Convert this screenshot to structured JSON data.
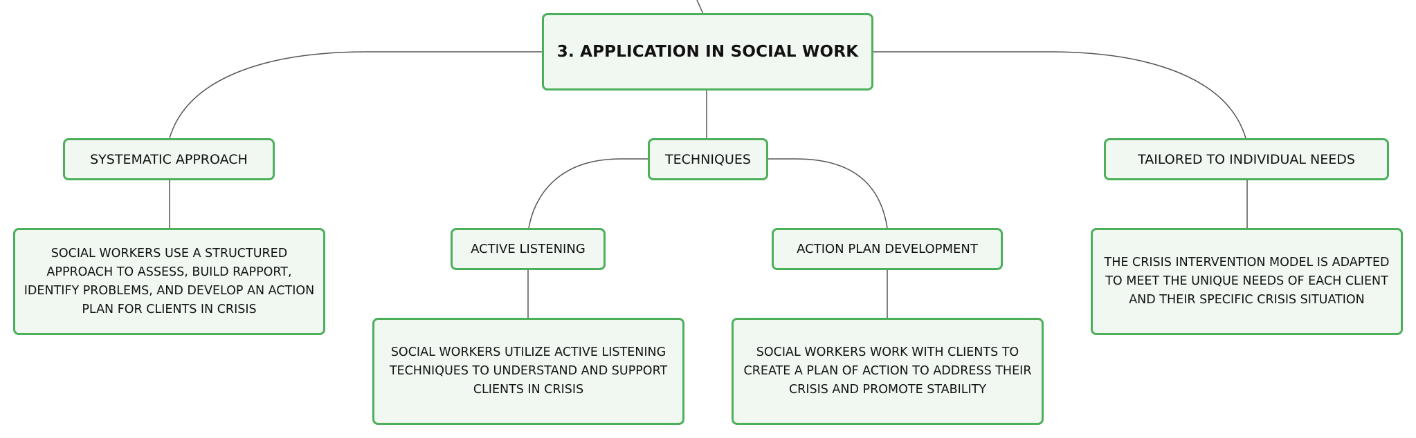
{
  "diagram": {
    "root": {
      "label": "3. APPLICATION IN SOCIAL WORK"
    },
    "branches": [
      {
        "label": "SYSTEMATIC APPROACH",
        "detail": "SOCIAL WORKERS USE A STRUCTURED APPROACH TO ASSESS, BUILD RAPPORT, IDENTIFY PROBLEMS, AND DEVELOP AN ACTION PLAN FOR CLIENTS IN CRISIS"
      },
      {
        "label": "TECHNIQUES",
        "children": [
          {
            "label": "ACTIVE LISTENING",
            "detail": "SOCIAL WORKERS UTILIZE ACTIVE LISTENING TECHNIQUES TO UNDERSTAND AND SUPPORT CLIENTS IN CRISIS"
          },
          {
            "label": "ACTION PLAN DEVELOPMENT",
            "detail": "SOCIAL WORKERS WORK WITH CLIENTS TO CREATE A PLAN OF ACTION TO ADDRESS THEIR CRISIS AND PROMOTE STABILITY"
          }
        ]
      },
      {
        "label": "TAILORED TO INDIVIDUAL NEEDS",
        "detail": "THE CRISIS INTERVENTION MODEL IS ADAPTED TO MEET THE UNIQUE NEEDS OF EACH CLIENT AND THEIR SPECIFIC CRISIS SITUATION"
      }
    ],
    "colors": {
      "node_border": "#4caf5a",
      "node_fill": "#f1f8f2",
      "connector": "#555555",
      "text": "#111111"
    }
  }
}
